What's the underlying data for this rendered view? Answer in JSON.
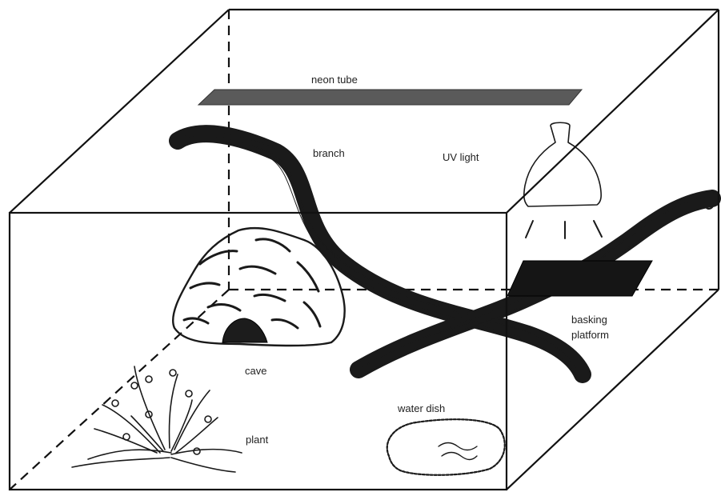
{
  "labels": {
    "neon_tube": "neon tube",
    "branch": "branch",
    "uv_light": "UV light",
    "cave": "cave",
    "basking_platform_line1": "basking",
    "basking_platform_line2": "platform",
    "water_dish": "water dish",
    "plant": "plant"
  },
  "colors": {
    "background": "#ffffff",
    "outline": "#111111",
    "neon_tube_fill": "#5a5a5a",
    "platform_fill": "#151515",
    "branch_fill": "#efefef"
  }
}
